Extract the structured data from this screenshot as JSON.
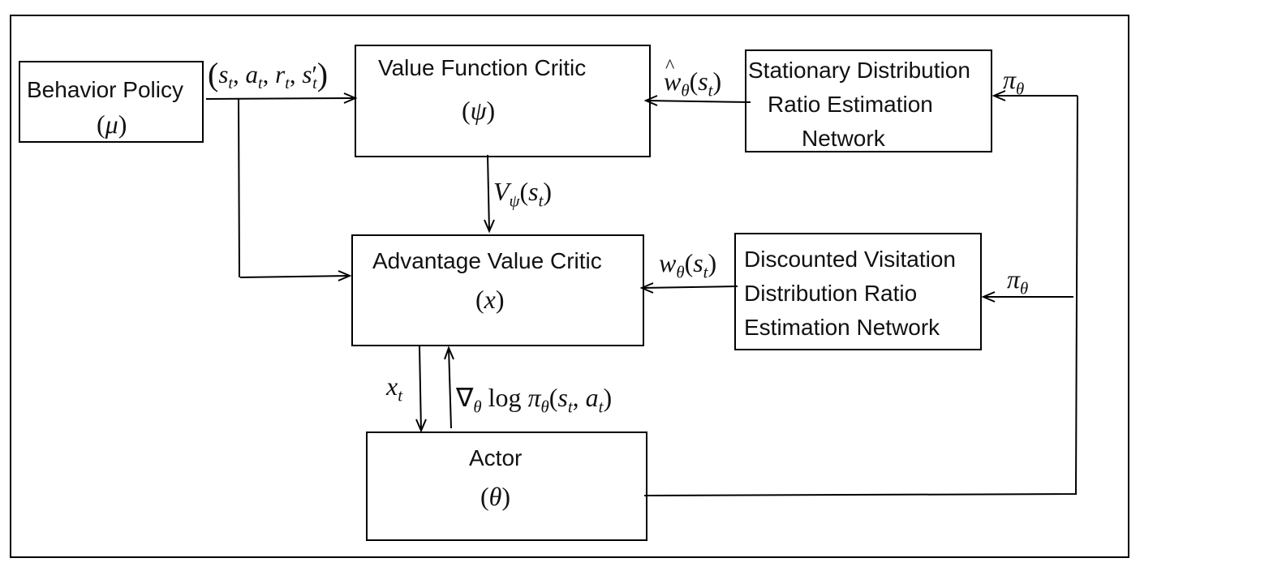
{
  "boxes": {
    "behavior_policy": {
      "line1": "Behavior Policy",
      "symbol": "μ"
    },
    "value_critic": {
      "line1": "Value Function Critic",
      "symbol": "ψ"
    },
    "stationary_net": {
      "line1": "Stationary Distribution",
      "line2": "Ratio Estimation",
      "line3": "Network"
    },
    "advantage_critic": {
      "line1": "Advantage Value Critic",
      "symbol": "x"
    },
    "discounted_net": {
      "line1": "Discounted Visitation",
      "line2": "Distribution Ratio",
      "line3": "Estimation Network"
    },
    "actor": {
      "line1": "Actor",
      "symbol": "θ"
    }
  },
  "labels": {
    "transition": {
      "s": "s",
      "a": "a",
      "r": "r",
      "s2": "s",
      "sub_t": "t"
    },
    "w_hat": {
      "w": "w",
      "theta": "θ",
      "s": "s",
      "t": "t"
    },
    "v_psi": {
      "v": "V",
      "psi": "ψ",
      "s": "s",
      "t": "t"
    },
    "w_theta": {
      "w": "w",
      "theta": "θ",
      "s": "s",
      "t": "t"
    },
    "x_t": {
      "x": "x",
      "t": "t"
    },
    "grad": {
      "nabla": "∇",
      "theta": "θ",
      "log": "log",
      "pi": "π",
      "s": "s",
      "a": "a",
      "t": "t"
    },
    "pi_top": {
      "pi": "π",
      "theta": "θ"
    },
    "pi_mid": {
      "pi": "π",
      "theta": "θ"
    }
  }
}
